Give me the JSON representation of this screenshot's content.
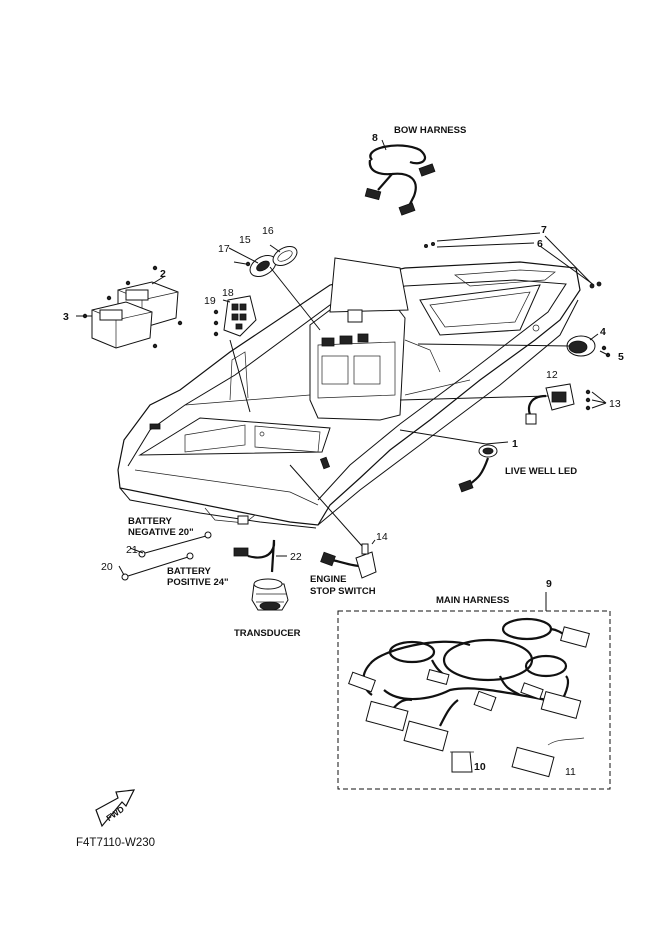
{
  "labels": {
    "bow_harness": "BOW HARNESS",
    "live_well_led": "LIVE WELL LED",
    "battery_negative_line1": "BATTERY",
    "battery_negative_line2": "NEGATIVE 20\"",
    "battery_positive_line1": "BATTERY",
    "battery_positive_line2": "POSITIVE 24\"",
    "engine_stop_line1": "ENGINE",
    "engine_stop_line2": "STOP SWITCH",
    "transducer": "TRANSDUCER",
    "main_harness": "MAIN HARNESS",
    "fwd": "FWD",
    "figure_code": "F4T7110-W230"
  },
  "callouts": {
    "n1": "1",
    "n2": "2",
    "n3": "3",
    "n4": "4",
    "n5": "5",
    "n6": "6",
    "n7": "7",
    "n8": "8",
    "n9": "9",
    "n10": "10",
    "n11": "11",
    "n12": "12",
    "n13": "13",
    "n14": "14",
    "n15": "15",
    "n16": "16",
    "n17": "17",
    "n18": "18",
    "n19": "19",
    "n20": "20",
    "n21": "21",
    "n22": "22"
  }
}
